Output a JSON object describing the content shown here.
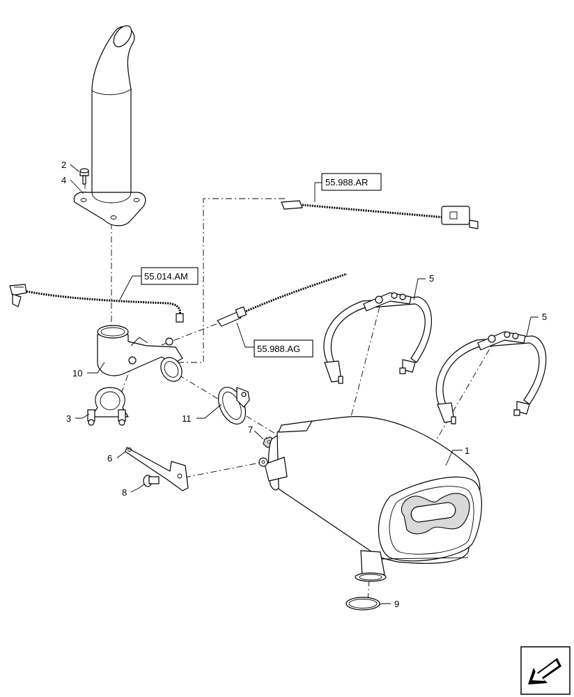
{
  "callouts": {
    "c1": "1",
    "c2": "2",
    "c3": "3",
    "c4": "4",
    "c5a": "5",
    "c5b": "5",
    "c6": "6",
    "c7": "7",
    "c8": "8",
    "c9": "9",
    "c10": "10",
    "c11": "11"
  },
  "refs": {
    "r_ar": "55.988.AR",
    "r_am": "55.014.AM",
    "r_ag": "55.988.AG"
  },
  "nav_icon": "next-page-arrow-icon"
}
